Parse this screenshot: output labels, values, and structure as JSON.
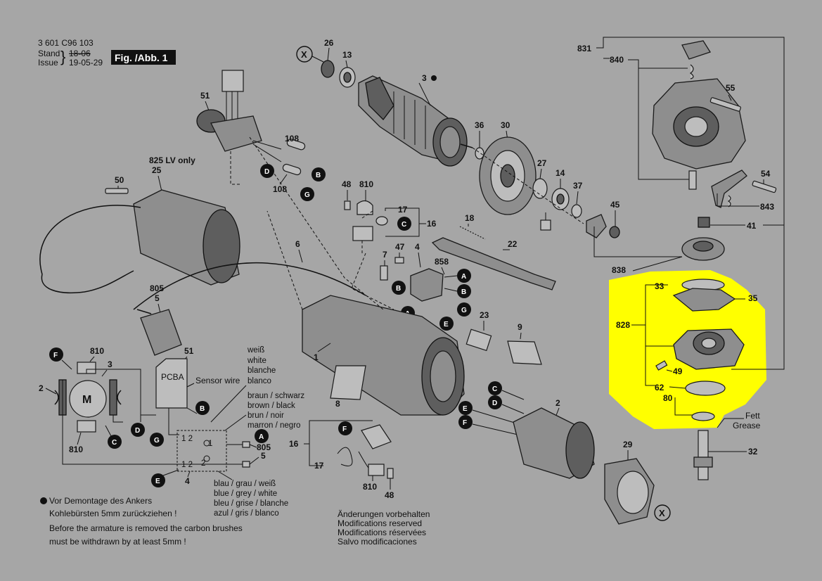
{
  "doc": {
    "code": "3 601 C96 103",
    "stand_label": "Stand",
    "issue_label": "Issue",
    "stand_date": "18-06",
    "issue_date": "19-05-29",
    "fig_label": "Fig. /Abb. 1"
  },
  "colors": {
    "background": "#a6a6a6",
    "highlight": "#ffff00",
    "ink": "#111111"
  },
  "parts": {
    "p26": "26",
    "p13": "13",
    "p3": "3",
    "p51": "51",
    "p108a": "108",
    "p108b": "108",
    "p825": "825  LV only",
    "p25": "25",
    "p50": "50",
    "p36": "36",
    "p30": "30",
    "p27": "27",
    "p14": "14",
    "p37": "37",
    "p45": "45",
    "p48a": "48",
    "p810a": "810",
    "p17a": "17",
    "p16a": "16",
    "p18": "18",
    "p22": "22",
    "p6": "6",
    "p7": "7",
    "p47": "47",
    "p4": "4",
    "p858": "858",
    "p805": "805",
    "p5": "5",
    "p1": "1",
    "p23": "23",
    "p9": "9",
    "p8": "8",
    "p2": "2",
    "p29": "29",
    "p16b": "16",
    "p17b": "17",
    "p810b": "810",
    "p48b": "48",
    "p831": "831",
    "p840": "840",
    "p55": "55",
    "p54": "54",
    "p843": "843",
    "p41": "41",
    "p838": "838",
    "p33": "33",
    "p35": "35",
    "p828": "828",
    "p49": "49",
    "p62": "62",
    "p80": "80",
    "p32": "32",
    "p810c": "810",
    "p3b": "3",
    "p2b": "2",
    "p810d": "810",
    "p51b": "51",
    "p805b": "805",
    "p5b": "5",
    "p4b": "4"
  },
  "schematic": {
    "motor": "M",
    "pcba": "PCBA",
    "sensor": "Sensor wire",
    "white": [
      "weiß",
      "white",
      "blanche",
      "blanco"
    ],
    "brown_black": [
      "braun   / schwarz",
      "brown   / black",
      "brun     / noir",
      "marron / negro"
    ],
    "blue_grey_white": [
      "blau / grau / weiß",
      "blue / grey / white",
      "bleu / grise / blanche",
      "azul / gris / blanco"
    ],
    "sw1": "1",
    "sw2": "2",
    "sw12a": "1 2",
    "sw12b": "1 2"
  },
  "notes": {
    "de1": "Vor Demontage des Ankers",
    "de2": "Kohlebürsten 5mm zurückziehen !",
    "en1": "Before the armature is removed the carbon brushes",
    "en2": "must be withdrawn by at least 5mm !",
    "mod": [
      "Änderungen vorbehalten",
      "Modifications reserved",
      "Modifications réservées",
      "Salvo modificaciones"
    ],
    "fett": "Fett",
    "grease": "Grease"
  },
  "markers": {
    "X": "X",
    "A": "A",
    "B": "B",
    "C": "C",
    "D": "D",
    "E": "E",
    "F": "F",
    "G": "G"
  }
}
